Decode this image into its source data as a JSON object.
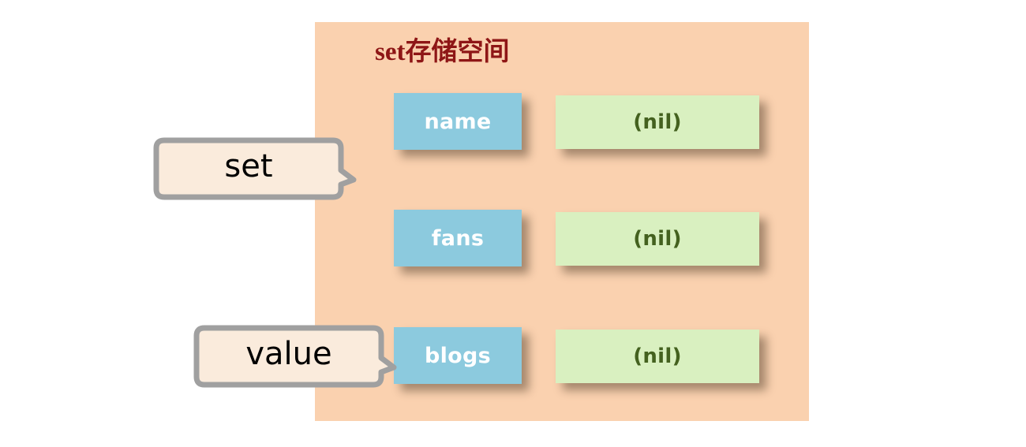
{
  "diagram": {
    "title": "set存储空间",
    "colors": {
      "panel_background": "#FAD1AF",
      "key_box": "#8CCADE",
      "key_text": "#FFFFFF",
      "value_box": "#D9F0C0",
      "value_text": "#44611F",
      "title_text": "#8E1616",
      "bubble_fill": "#FAEBDC",
      "bubble_border": "#A0A0A0",
      "canvas_background": "#FFFFFF"
    },
    "rows": [
      {
        "key": "name",
        "value": "(nil)"
      },
      {
        "key": "fans",
        "value": "(nil)"
      },
      {
        "key": "blogs",
        "value": "(nil)"
      }
    ],
    "callouts": [
      {
        "label": "set",
        "points_to": "key-box"
      },
      {
        "label": "value",
        "points_to": "key-box"
      }
    ]
  }
}
